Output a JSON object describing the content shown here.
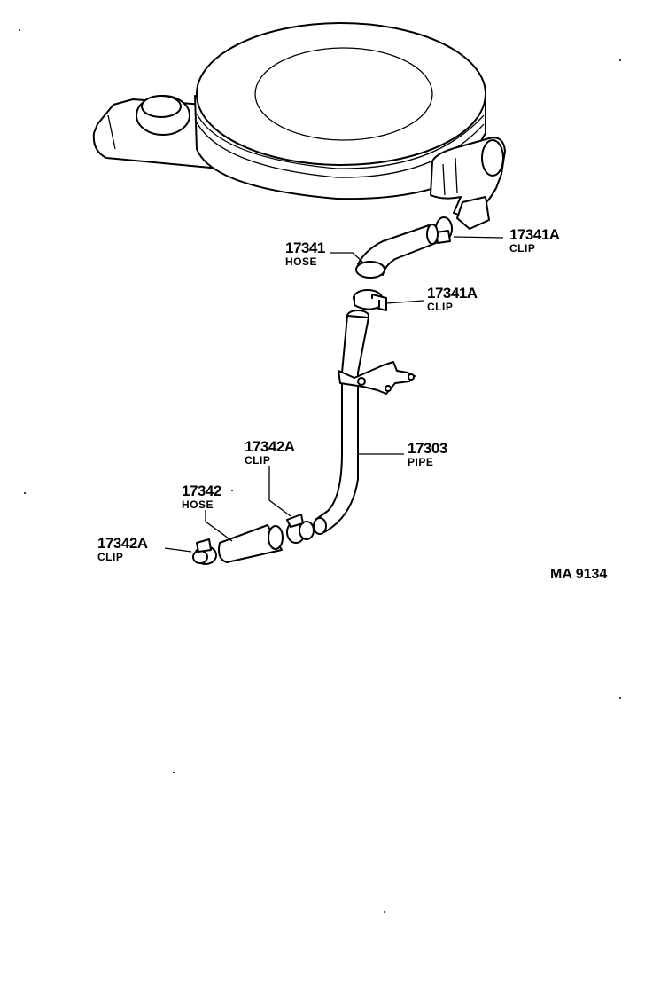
{
  "parts": [
    {
      "id": "hose_top",
      "number": "17341",
      "name": "HOSE"
    },
    {
      "id": "clip_top_right",
      "number": "17341A",
      "name": "CLIP"
    },
    {
      "id": "clip_mid",
      "number": "17341A",
      "name": "CLIP"
    },
    {
      "id": "clip_lower",
      "number": "17342A",
      "name": "CLIP"
    },
    {
      "id": "hose_lower",
      "number": "17342",
      "name": "HOSE"
    },
    {
      "id": "pipe",
      "number": "17303",
      "name": "PIPE"
    },
    {
      "id": "clip_left",
      "number": "17342A",
      "name": "CLIP"
    }
  ],
  "diagram_code": "MA 9134"
}
